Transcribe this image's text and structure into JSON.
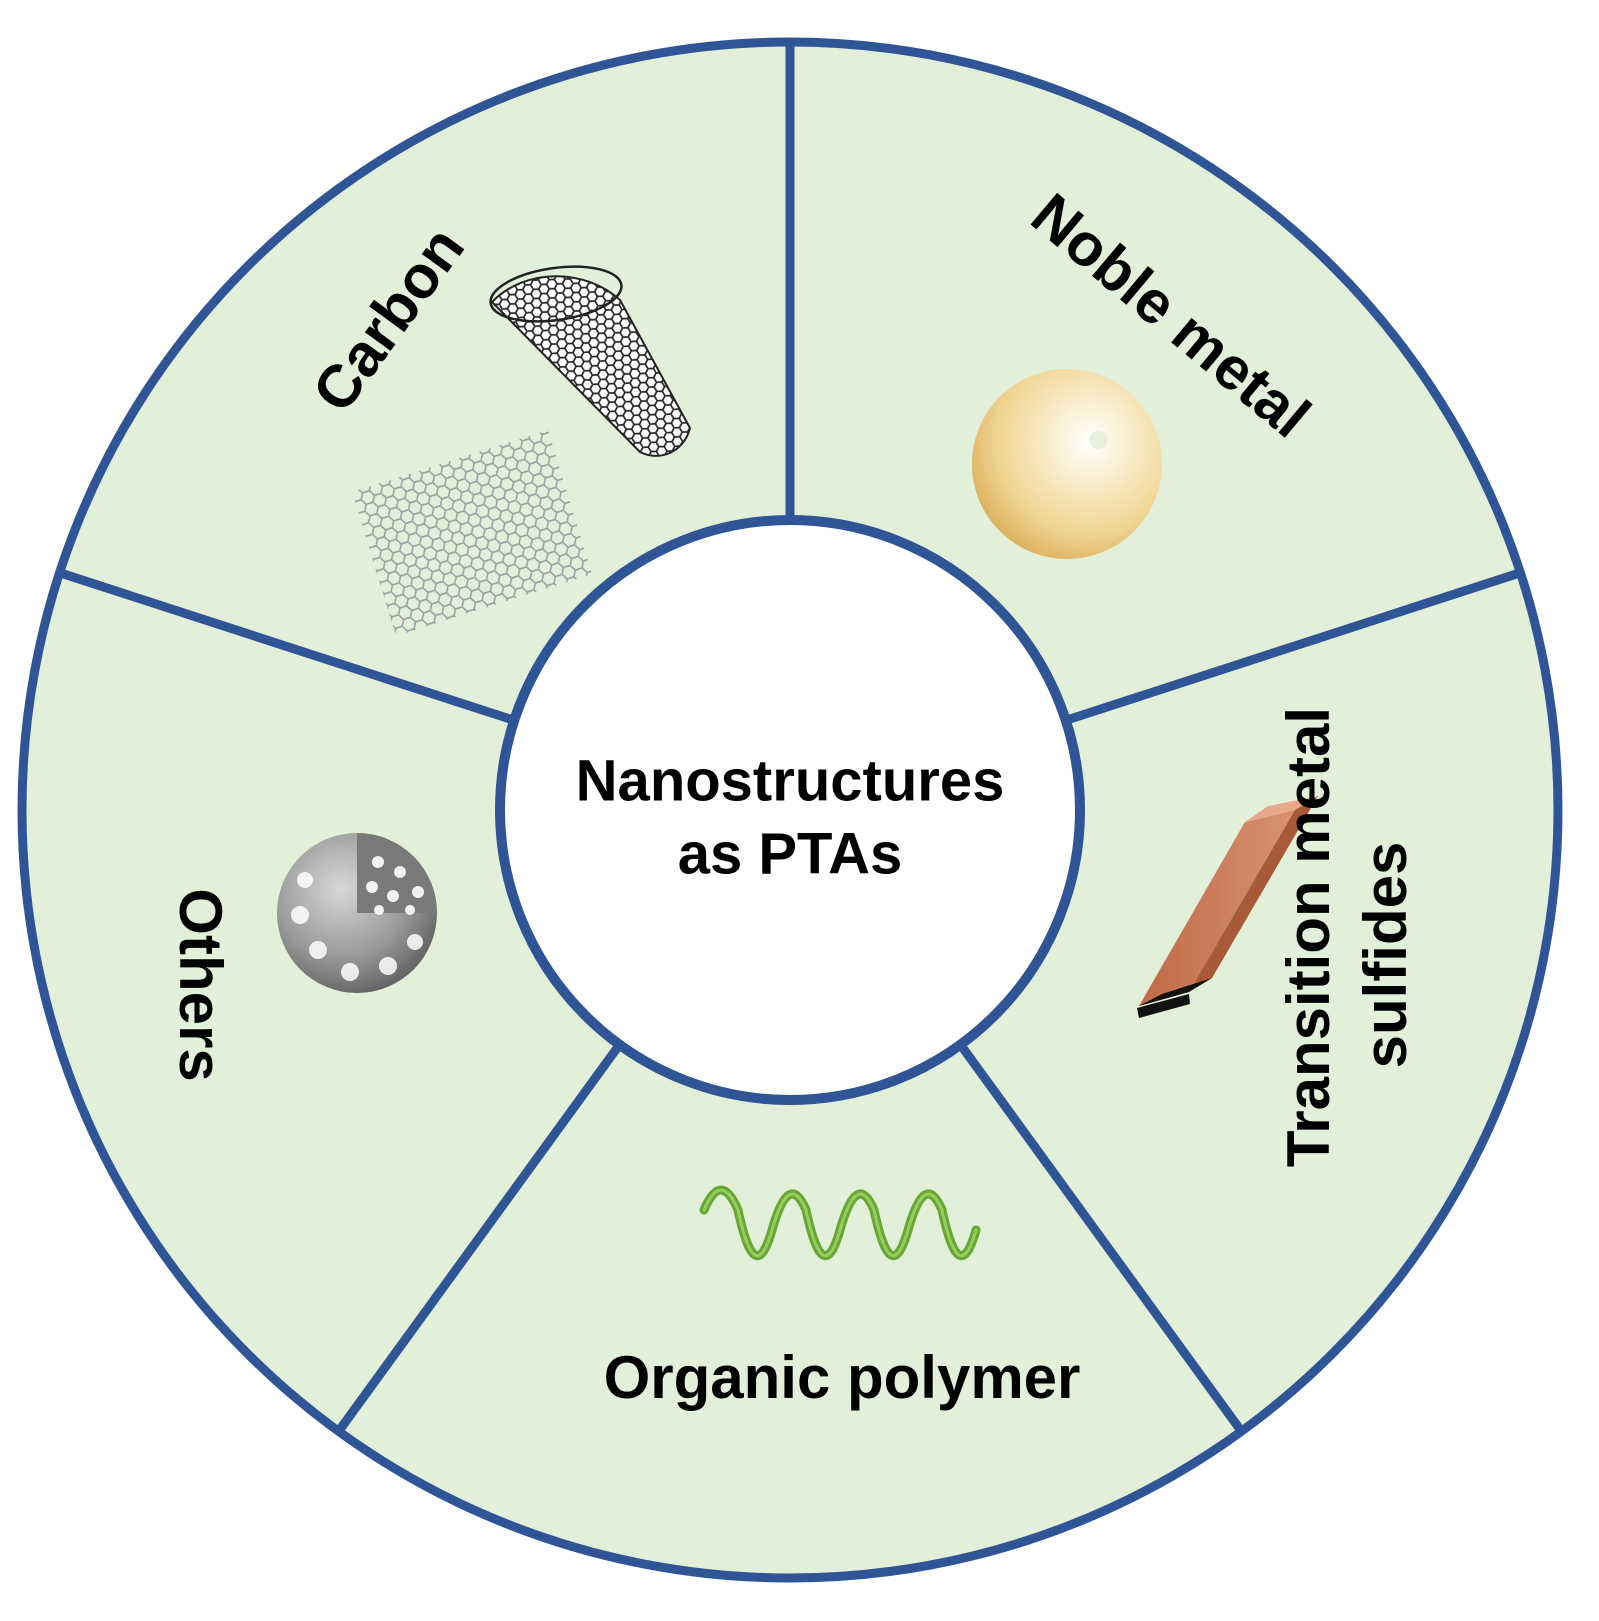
{
  "center": {
    "line1": "Nanostructures",
    "line2": "as PTAs"
  },
  "segments": [
    {
      "key": "carbon",
      "label": "Carbon",
      "illustration": "carbon-nanotube-and-graphene"
    },
    {
      "key": "noble",
      "label": "Noble metal",
      "illustration": "gold-nanosphere"
    },
    {
      "key": "tms",
      "label_line1": "Transition metal",
      "label_line2": "sulfides",
      "illustration": "nanorod"
    },
    {
      "key": "organic",
      "label": "Organic polymer",
      "illustration": "polymer-helix"
    },
    {
      "key": "others",
      "label": "Others",
      "illustration": "mesoporous-nanosphere"
    }
  ],
  "colors": {
    "border": "#2F5597",
    "segment_fill": "#E2EFD9",
    "center_fill": "#FFFFFF",
    "helix": "#6AAA2E",
    "rod": "#C97A55",
    "sphere": "#EBCB85"
  }
}
